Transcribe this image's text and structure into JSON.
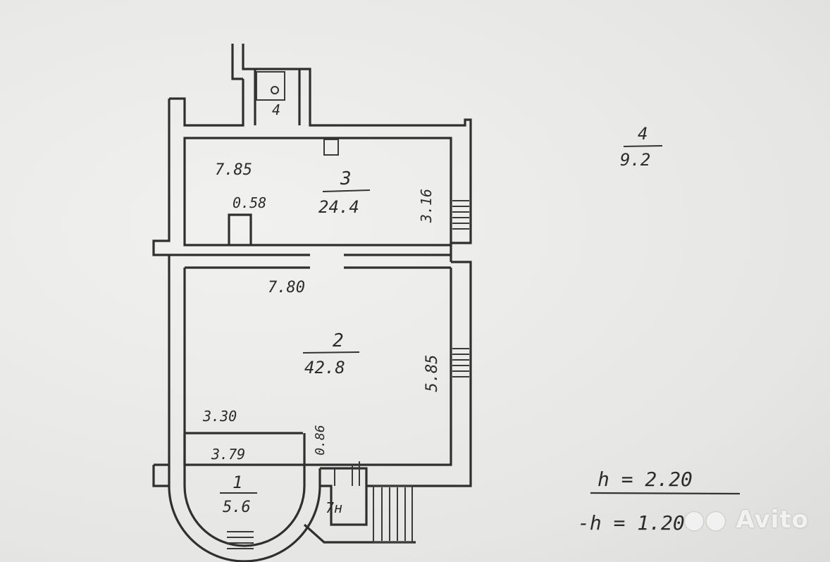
{
  "rooms": [
    {
      "number": "1",
      "area": "5.6"
    },
    {
      "number": "2",
      "area": "42.8"
    },
    {
      "number": "3",
      "area": "24.4"
    },
    {
      "number": "4",
      "area": ""
    }
  ],
  "room4_label": "4",
  "side_note": {
    "top": "4",
    "bottom": "9.2"
  },
  "dimensions": {
    "room3_width": "7.85",
    "room3_niche": "0.58",
    "room3_height": "3.16",
    "room2_width": "7.80",
    "room2_height": "5.85",
    "room1_width_top": "3.30",
    "room1_width": "3.79",
    "room1_side": "0.86",
    "porch": "7н"
  },
  "heights": {
    "h1": "h = 2.20",
    "h2": "-h = 1.20"
  },
  "watermark": "Avito"
}
